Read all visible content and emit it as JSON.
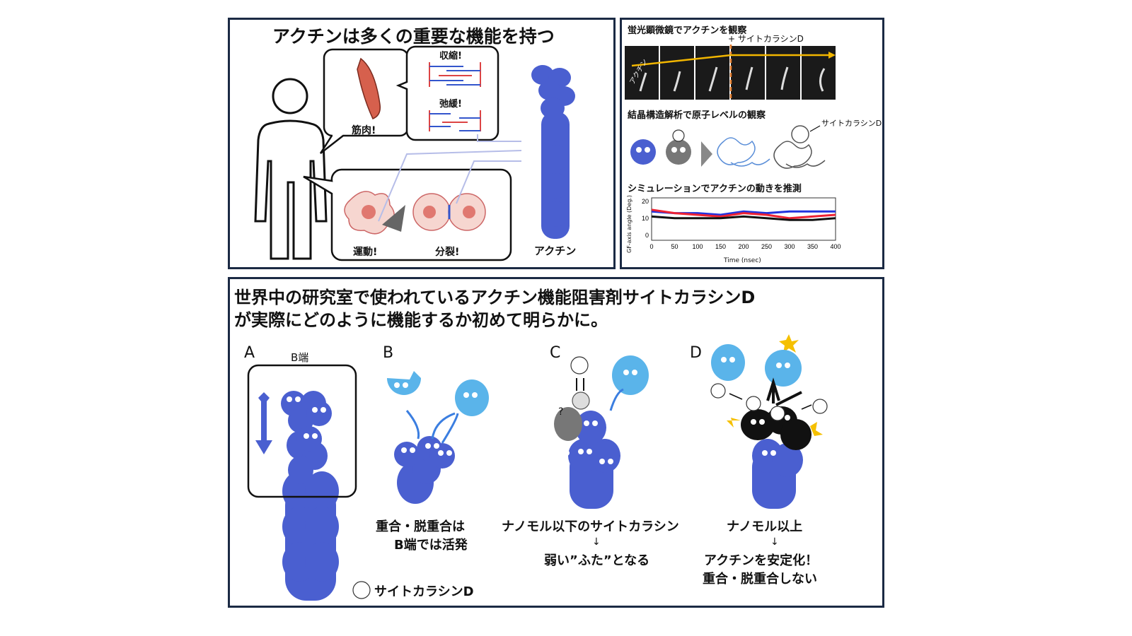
{
  "top_left": {
    "title": "アクチンは多くの重要な機能を持つ",
    "muscle_label": "筋肉!",
    "contraction_label": "収縮!",
    "relaxation_label": "弛緩!",
    "motility_label": "運動!",
    "division_label": "分裂!",
    "actin_label": "アクチン"
  },
  "top_right": {
    "fluor_title": "蛍光顕微鏡でアクチンを観察",
    "cytoD_added": "+ サイトカラシンD",
    "frame_label": "アクチン",
    "crystal_title": "結晶構造解析で原子レベルの観察",
    "cytoD_label": "サイトカラシンD",
    "sim_title": "シミュレーションでアクチンの動きを推測"
  },
  "chart_data": {
    "type": "line",
    "xlabel": "Time (nsec)",
    "ylabel": "GF-axis angle (Deg.)",
    "xlim": [
      0,
      400
    ],
    "ylim": [
      -3,
      22
    ],
    "x_ticks": [
      "0",
      "50",
      "100",
      "150",
      "200",
      "250",
      "300",
      "350",
      "400"
    ],
    "y_ticks": [
      "0",
      "10",
      "20"
    ],
    "series": [
      {
        "color": "#2233dd",
        "x": [
          0,
          50,
          100,
          150,
          200,
          250,
          300,
          350,
          400
        ],
        "values": [
          14,
          13,
          13,
          12,
          14,
          13,
          14,
          14,
          14
        ]
      },
      {
        "color": "#ee2233",
        "x": [
          0,
          50,
          100,
          150,
          200,
          250,
          300,
          350,
          400
        ],
        "values": [
          15,
          13,
          12,
          11,
          13,
          12,
          10,
          11,
          12
        ]
      },
      {
        "color": "#111111",
        "x": [
          0,
          50,
          100,
          150,
          200,
          250,
          300,
          350,
          400
        ],
        "values": [
          11,
          10,
          10,
          10,
          11,
          10,
          9,
          9,
          10
        ]
      }
    ]
  },
  "bottom": {
    "headline_1": "世界中の研究室で使われているアクチン機能阻害剤サイトカラシンD",
    "headline_2": "が実際にどのように機能するか初めて明らかに。",
    "label_a": "A",
    "label_b": "B",
    "label_c": "C",
    "label_d": "D",
    "b_end": "B端",
    "b_caption_1": "重合・脱重合は",
    "b_caption_2": "B端では活発",
    "c_caption_1": "ナノモル以下のサイトカラシン",
    "c_arrow": "↓",
    "c_caption_2": "弱い”ふた”となる",
    "c_question": "?",
    "d_caption_1": "ナノモル以上",
    "d_arrow": "↓",
    "d_caption_2": "アクチンを安定化！",
    "d_caption_3": "重合・脱重合しない",
    "legend_label": "サイトカラシンD"
  }
}
